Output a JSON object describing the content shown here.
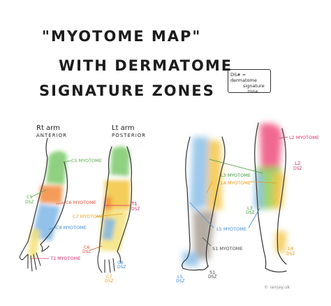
{
  "title": {
    "line1": "\"MYOTOME MAP\"",
    "line2": "WITH DERMATOME",
    "line3": "SIGNATURE ZONES"
  },
  "legend": {
    "line1": "DS# = dermatome",
    "line2": "signature",
    "line3": "zone"
  },
  "right_arm": {
    "title": "Rt arm",
    "view": "ANTERIOR"
  },
  "left_arm": {
    "title": "Lt arm",
    "view": "POSTERIOR"
  },
  "labels": {
    "c5_myotome": "C5 MYOTOME",
    "c6_myotome": "C6 MYOTOME",
    "c7_myotome": "C7 MYOTOME",
    "c8_myotome": "C8 MYOTOME",
    "t1_myotome": "T1 MYOTOME",
    "c5_ds_a": "C5",
    "c5_ds_b": "DSZ",
    "t1_ds_a": "T1",
    "t1_ds_b": "DSZ",
    "c6_ds_a": "C6",
    "c6_ds_b": "DSZ",
    "c7_ds_a": "C7",
    "c7_ds_b": "DSZ",
    "c8_ds_a": "C8",
    "c8_ds_b": "DSZ",
    "l2_myotome": "L2 MYOTOME",
    "l3_myotome": "L3 MYOTOME",
    "l4_myotome": "L4 MYOTOME",
    "l5_myotome": "L5 MYOTOME",
    "s1_myotome": "S1 MYOTOME",
    "l2_ds_a": "L2",
    "l2_ds_b": "DSZ",
    "l3_ds_a": "L3",
    "l3_ds_b": "DSZ",
    "l4_ds_a": "L4",
    "l4_ds_b": "DSZ",
    "l5_ds_a": "L5",
    "l5_ds_b": "DSZ",
    "s1_ds_a": "S1",
    "s1_ds_b": "DSZ"
  },
  "credit": "© ianjay.uk",
  "colors": {
    "c5": "#7bc96b",
    "c6": "#f28a3c",
    "c7": "#f2c43c",
    "c8": "#7fb6e6",
    "t1": "#f4e27a",
    "l2": "#ee4f7e",
    "l3": "#8fce57",
    "l4": "#f5c547",
    "l5": "#8cbfe8",
    "s1": "#a89f93",
    "c5_text": "#5aa84c",
    "c6_text": "#e0513a",
    "c7_text": "#e5a21f",
    "c8_text": "#3f8ad0",
    "t1_text": "#d0306d",
    "l2_text": "#d8306a",
    "l3_text": "#3f9a3c",
    "l4_text": "#e59a1f",
    "l5_text": "#3f8ad0",
    "s1_text": "#444444",
    "ink": "#333333"
  }
}
